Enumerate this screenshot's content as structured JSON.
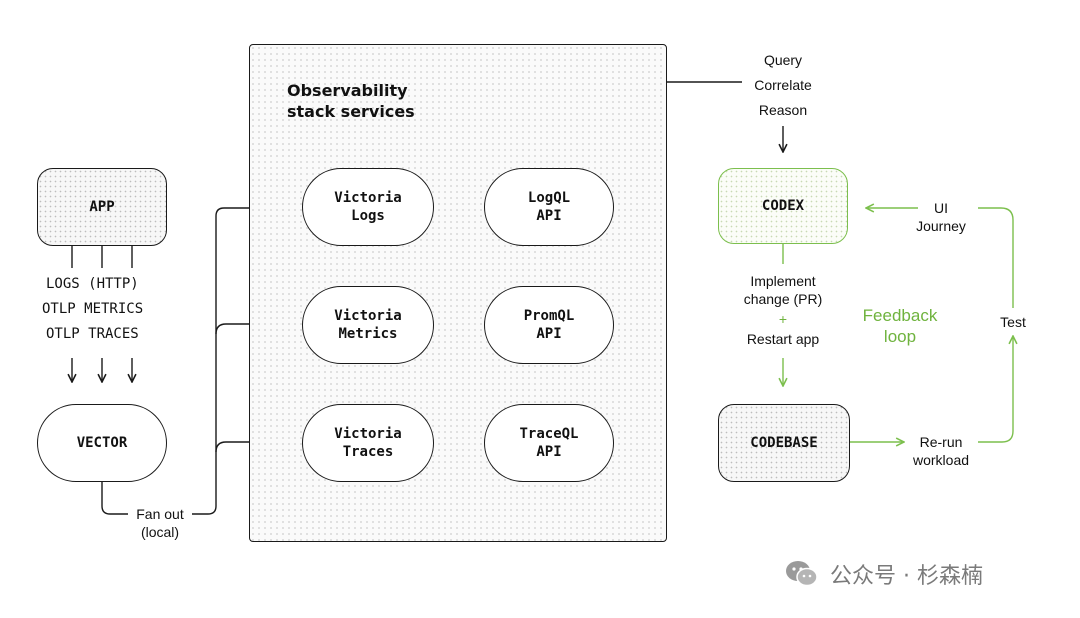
{
  "panel": {
    "title_line1": "Observability",
    "title_line2": "stack services"
  },
  "nodes": {
    "app": "APP",
    "vector": "VECTOR",
    "victoria_logs": "Victoria\nLogs",
    "victoria_metrics": "Victoria\nMetrics",
    "victoria_traces": "Victoria\nTraces",
    "logql_api": "LogQL\nAPI",
    "promql_api": "PromQL\nAPI",
    "traceql_api": "TraceQL\nAPI",
    "codex": "CODEX",
    "codebase": "CODEBASE"
  },
  "signals": [
    "LOGS (HTTP)",
    "OTLP METRICS",
    "OTLP TRACES"
  ],
  "labels": {
    "fan_out_1": "Fan out",
    "fan_out_2": "(local)",
    "query": "Query",
    "correlate": "Correlate",
    "reason": "Reason",
    "implement_1": "Implement",
    "implement_2": "change (PR)",
    "plus": "+",
    "restart": "Restart app",
    "ui_1": "UI",
    "ui_2": "Journey",
    "test": "Test",
    "rerun_1": "Re-run",
    "rerun_2": "workload",
    "feedback_loop": "Feedback\nloop"
  },
  "watermark": "公众号 · 杉森楠",
  "colors": {
    "line": "#1a1a1a",
    "feedback_green": "#6fb33e",
    "codex_border": "#7cbf4d"
  }
}
